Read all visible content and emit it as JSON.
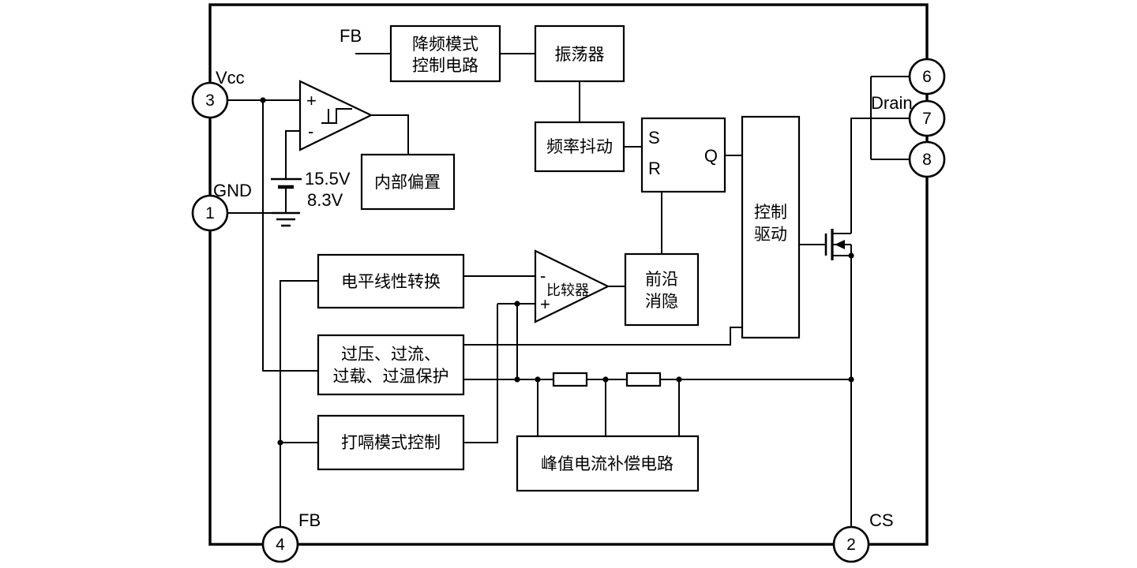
{
  "pins": {
    "p3": {
      "num": "3",
      "label": "Vcc"
    },
    "p1": {
      "num": "1",
      "label": "GND"
    },
    "p4": {
      "num": "4",
      "label": "FB"
    },
    "p2": {
      "num": "2",
      "label": "CS"
    },
    "p6": {
      "num": "6"
    },
    "p7": {
      "num": "7",
      "label": "Drain"
    },
    "p8": {
      "num": "8"
    }
  },
  "fb_top": "FB",
  "opamp": {
    "plus": "+",
    "minus": "-",
    "v1": "15.5V",
    "v2": "8.3V"
  },
  "comparator": {
    "minus": "-",
    "plus": "+",
    "label": "比较器"
  },
  "blocks": {
    "freq_mode": {
      "line1": "降频模式",
      "line2": "控制电路"
    },
    "oscillator": {
      "label": "振荡器"
    },
    "jitter": {
      "label": "频率抖动"
    },
    "latch": {
      "s": "S",
      "r": "R",
      "q": "Q"
    },
    "driver": {
      "line1": "控制",
      "line2": "驱动"
    },
    "bias": {
      "label": "内部偏置"
    },
    "level": {
      "label": "电平线性转换"
    },
    "protection": {
      "line1": "过压、过流、",
      "line2": "过载、过温保护"
    },
    "hiccup": {
      "label": "打嗝模式控制"
    },
    "blanking": {
      "line1": "前沿",
      "line2": "消隐"
    },
    "peak": {
      "label": "峰值电流补偿电路"
    }
  }
}
